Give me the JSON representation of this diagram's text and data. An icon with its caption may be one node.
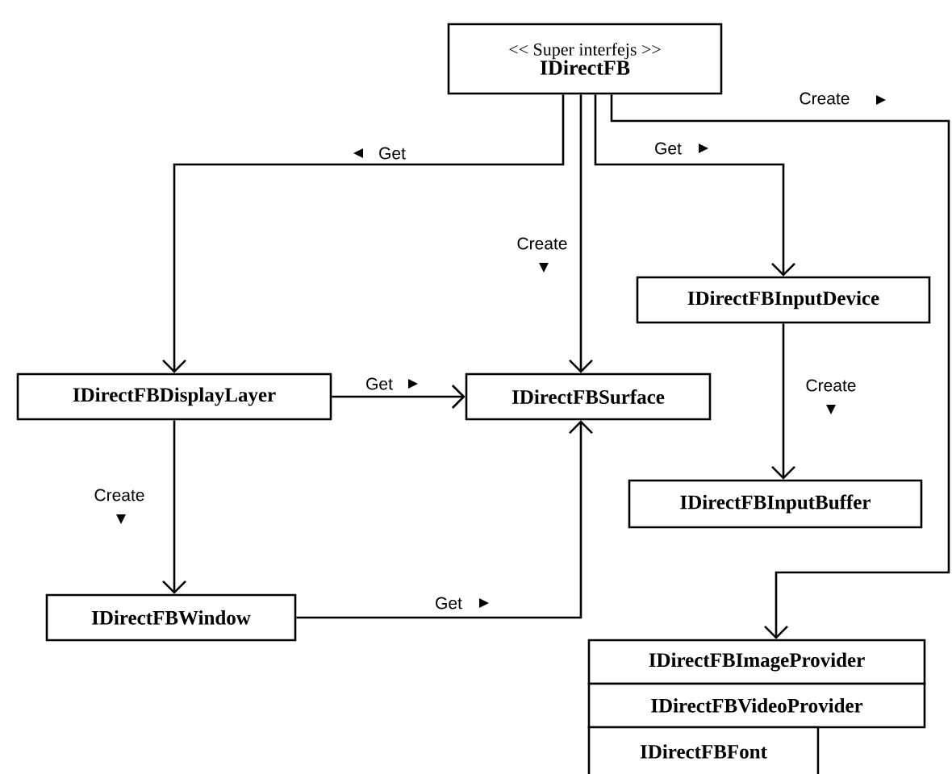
{
  "diagram": {
    "nodes": [
      {
        "text": [
          "<< Super interfejs >>",
          "IDirectFB"
        ]
      },
      {
        "text": [
          "IDirectFBDisplayLayer"
        ]
      },
      {
        "text": [
          "IDirectFBSurface"
        ]
      },
      {
        "text": [
          "IDirectFBInputDevice"
        ]
      },
      {
        "text": [
          "IDirectFBInputBuffer"
        ]
      },
      {
        "text": [
          "IDirectFBWindow"
        ]
      },
      {
        "text": [
          "IDirectFBImageProvider"
        ]
      },
      {
        "text": [
          "IDirectFBVideoProvider"
        ]
      },
      {
        "text": [
          "IDirectFBFont"
        ]
      }
    ],
    "edges": [
      {
        "from": 0,
        "to": 1,
        "arrow": "to",
        "label": "Get"
      },
      {
        "from": 0,
        "to": 2,
        "arrow": "to",
        "label": "Create"
      },
      {
        "from": 0,
        "to": 3,
        "arrow": "to",
        "label": "Get"
      },
      {
        "from": 0,
        "to": 6,
        "arrow": "to",
        "label": "Create"
      },
      {
        "from": 1,
        "to": 2,
        "arrow": "to",
        "label": "Get"
      },
      {
        "from": 1,
        "to": 5,
        "arrow": "to",
        "label": "Create"
      },
      {
        "from": 5,
        "to": 2,
        "arrow": "to",
        "label": "Get"
      },
      {
        "from": 3,
        "to": 4,
        "arrow": "to",
        "label": "Create"
      }
    ]
  }
}
